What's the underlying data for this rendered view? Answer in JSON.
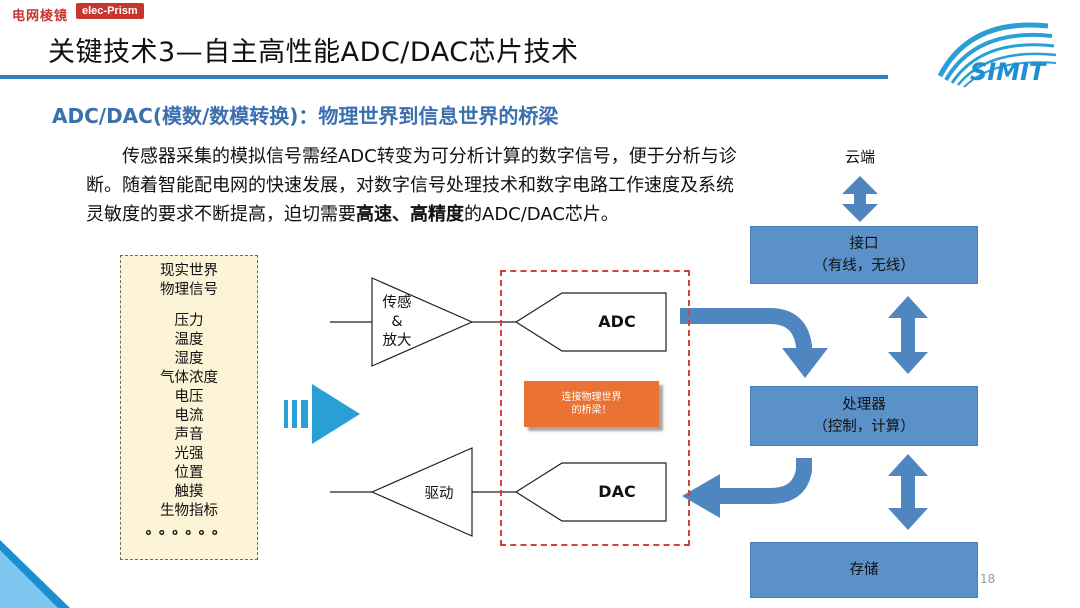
{
  "watermark": {
    "site_name": "电网棱镜",
    "badge": "elec-Prism"
  },
  "logo": {
    "text": "SIMIT"
  },
  "slide": {
    "title": "关键技术3—自主高性能ADC/DAC芯片技术",
    "subtitle": "ADC/DAC(模数/数模转换)：物理世界到信息世界的桥梁",
    "paragraph": {
      "normal": "传感器采集的模拟信号需经ADC转变为可分析计算的数字信号，便于分析与诊断。随着智能配电网的快速发展，对数字信号处理技术和数字电路工作速度及系统灵敏度的要求不断提高，迫切需要",
      "emphasis": "高速、高精度",
      "tail": "的ADC/DAC芯片。"
    },
    "page_number": "18"
  },
  "diagram": {
    "signals": {
      "heading_line1": "现实世界",
      "heading_line2": "物理信号",
      "items": [
        "压力",
        "温度",
        "湿度",
        "气体浓度",
        "电压",
        "电流",
        "声音",
        "光强",
        "位置",
        "触摸",
        "生物指标"
      ],
      "ellipsis": "。。。。。。"
    },
    "sensor_amp": {
      "line1": "传感",
      "line2": "&",
      "line3": "放大"
    },
    "driver": {
      "label": "驱动"
    },
    "adc": {
      "label": "ADC"
    },
    "dac": {
      "label": "DAC"
    },
    "bridge_tag": {
      "line1": "连接物理世界",
      "line2": "的桥梁！"
    },
    "cloud": {
      "label": "云端"
    },
    "interface": {
      "line1": "接口",
      "line2": "（有线，无线）"
    },
    "processor": {
      "line1": "处理器",
      "line2": "（控制，计算）"
    },
    "storage": {
      "label": "存储"
    },
    "colors": {
      "box_blue": "#5b91c9",
      "arrow_blue": "#4f86c0",
      "bridge_orange": "#ea7233",
      "frame_red": "#d0423f",
      "signals_bg": "#fdf3d7",
      "title_rule": "#2f7fbf",
      "subtitle": "#3b6fae"
    }
  }
}
